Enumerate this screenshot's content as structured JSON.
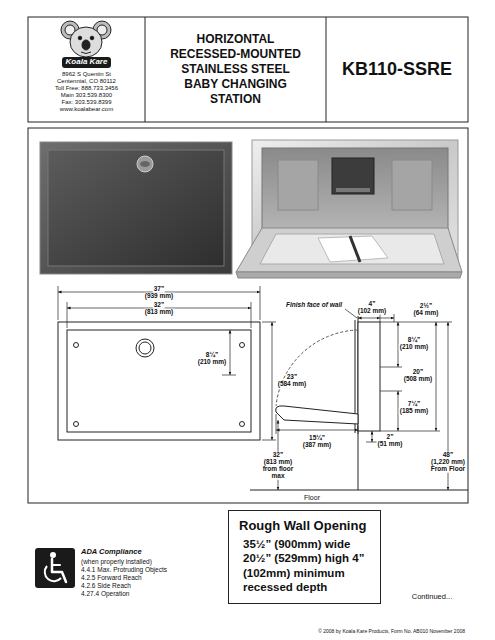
{
  "diagram": {
    "nodes": [
      {
        "text": [
          "Koala Kare",
          "8962 S Quentin St",
          "Centennial, CO 80112",
          "Toll Free: 888.733.3456",
          "Main 303.539.8300",
          "Fax: 303.539.8399",
          "www.koalabear.com"
        ]
      },
      {
        "text": [
          "HORIZONTAL RECESSED-MOUNTED STAINLESS STEEL BABY CHANGING STATION"
        ]
      },
      {
        "text": [
          "KB110-SSRE"
        ]
      },
      {
        "text": [
          "Rough Wall Opening",
          "35½” (900mm) wide 20½” (529mm) high 4” (102mm) minimum recessed depth"
        ]
      }
    ],
    "edges": [],
    "labels": [
      "37”",
      "(939 mm)",
      "32”",
      "(813 mm)",
      "8¼”",
      "(210 mm)",
      "23”",
      "(584 mm)",
      "Finish face of wall",
      "4”",
      "(102 mm)",
      "2½”",
      "(64 mm)",
      "8¼”",
      "(210 mm)",
      "20”",
      "(508 mm)",
      "7¼”",
      "(185 mm)",
      "15¼”",
      "(387 mm)",
      "2”",
      "(51 mm)",
      "32”",
      "(813 mm)",
      "from floor",
      "max",
      "48”",
      "(1,220 mm)",
      "From Floor",
      "Floor",
      "ADA Compliance",
      "(when properly installed)",
      "4.4.1 Max. Protruding Objects",
      "4.2.5 Forward Reach",
      "4.2.6 Side Reach",
      "4.27.4 Operation",
      "Continued...",
      "© 2008 by Koala Kare Products, Form No. AB010 November 2008"
    ]
  }
}
